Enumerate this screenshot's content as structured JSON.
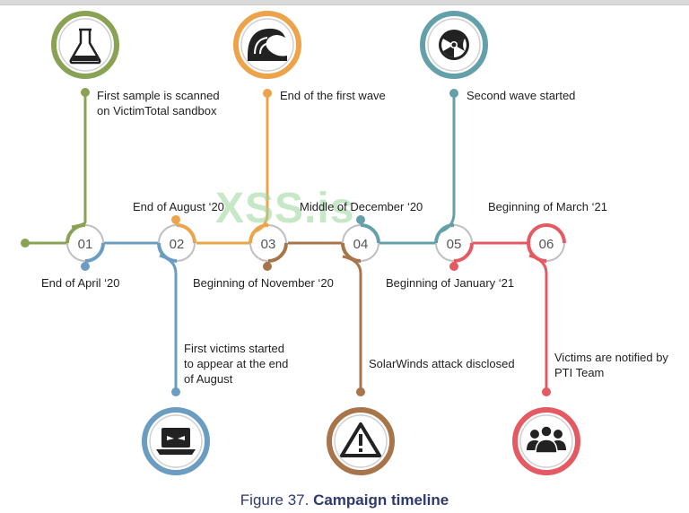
{
  "colors": {
    "green": "#8aa253",
    "blue": "#6b9cc2",
    "orange": "#eda34a",
    "brown": "#a8744a",
    "teal": "#64a0aa",
    "red": "#e55a62",
    "gray_ring": "#bfbfbf",
    "caption": "#2d3a70",
    "watermark": "#9bd69b"
  },
  "watermark_text": "XSS.is",
  "milestones": [
    {
      "num": "01",
      "date": "End of April ‘20",
      "event": [
        "First sample is scanned",
        "on VictimTotal sandbox"
      ],
      "icon": "flask-icon"
    },
    {
      "num": "02",
      "date": "End of August ‘20",
      "event": [
        "First victims started",
        "to appear at the end",
        "of August"
      ],
      "icon": "hacker-laptop-icon"
    },
    {
      "num": "03",
      "date": "Beginning of November ‘20",
      "event": [
        "End of the first wave"
      ],
      "icon": "wave-icon"
    },
    {
      "num": "04",
      "date": "Middle of December ‘20",
      "event": [
        "SolarWinds attack disclosed"
      ],
      "icon": "warning-icon"
    },
    {
      "num": "05",
      "date": "Beginning of January ‘21",
      "event": [
        "Second wave started"
      ],
      "icon": "radiation-icon"
    },
    {
      "num": "06",
      "date": "Beginning of March ‘21",
      "event": [
        "Victims are notified by",
        "PTI Team"
      ],
      "icon": "team-icon"
    }
  ],
  "caption": {
    "prefix": "Figure 37.",
    "title": "Campaign timeline"
  }
}
